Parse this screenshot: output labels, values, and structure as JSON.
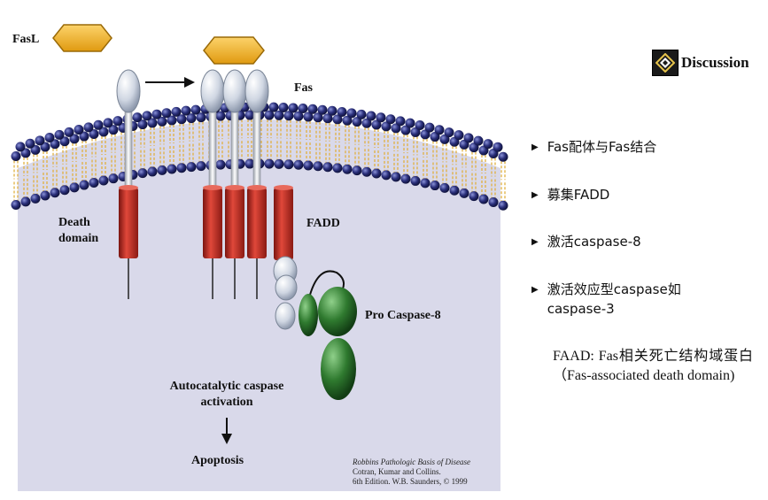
{
  "diagram": {
    "labels": {
      "fasl": "FasL",
      "fas": "Fas",
      "death_domain": "Death domain",
      "fadd": "FADD",
      "pro_caspase8": "Pro Caspase-8",
      "autocatalytic": "Autocatalytic caspase activation",
      "apoptosis": "Apoptosis"
    },
    "credit": {
      "book": "Robbins Pathologic Basis of Disease",
      "authors": "Cotran, Kumar and Collins.",
      "edition": "6th Edition. W.B. Saunders, © 1999"
    },
    "colors": {
      "ligand": "#f0b429",
      "receptor_head": "#dfe4ec",
      "death_domain": "#c0281e",
      "caspase": "#2f7a2f",
      "lipid_head": "#2a2f7a",
      "cytoplasm": "#d9d9ea"
    }
  },
  "discussion": {
    "icon": "diamond-logo-icon",
    "label": "Discussion"
  },
  "bullets": [
    "Fas配体与Fas结合",
    "募集FADD",
    "激活caspase-8",
    "激活效应型caspase如caspase-3"
  ],
  "note": "FAAD: Fas相关死亡结构域蛋白（Fas-associated death domain)"
}
